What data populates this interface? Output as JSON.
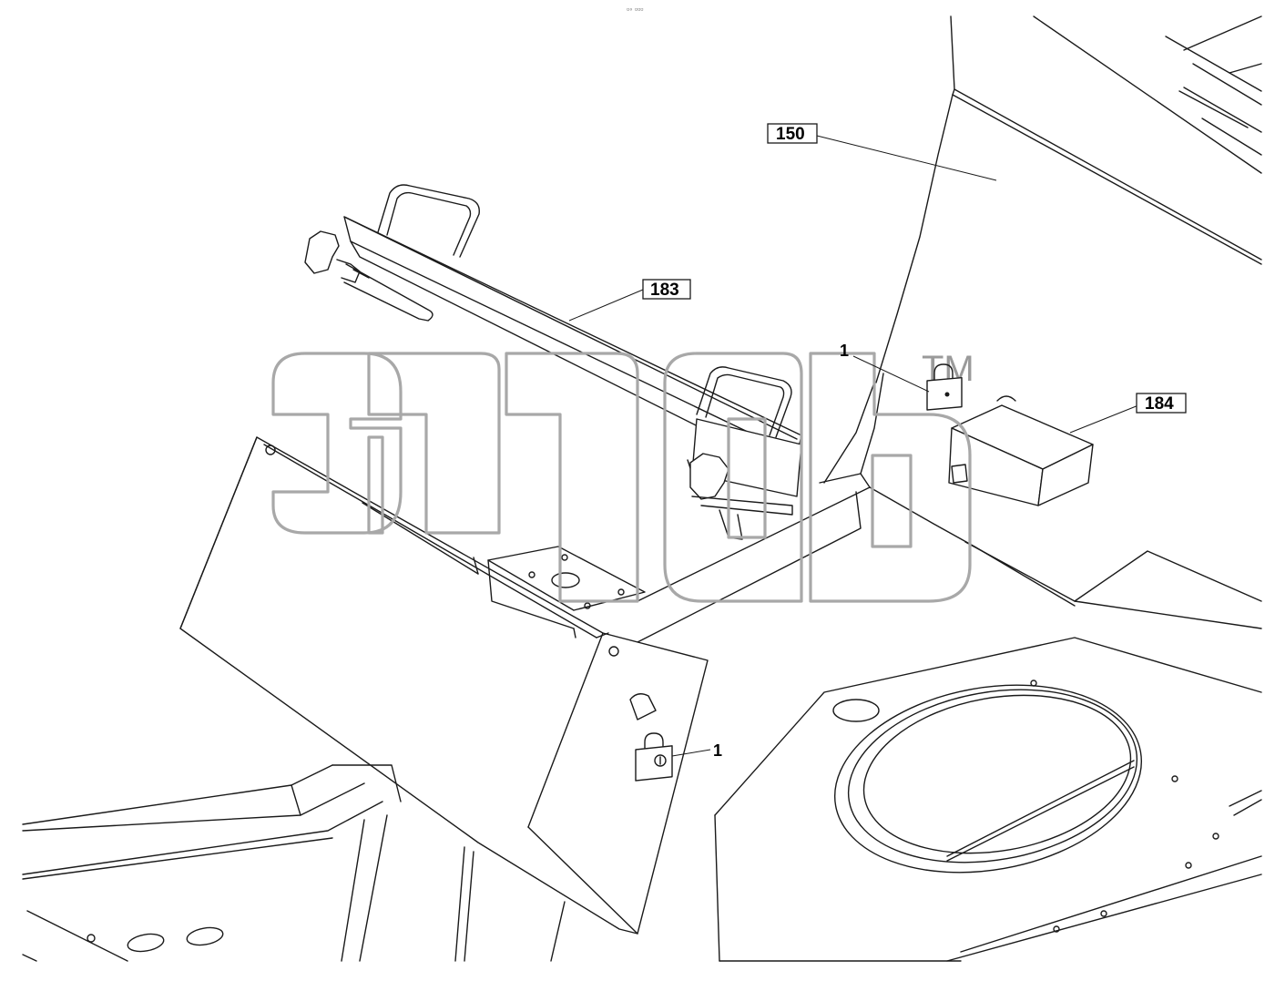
{
  "header": {
    "tiny_mark": "▫◦ ▫▫▫"
  },
  "labels": {
    "part_150": "150",
    "part_183": "183",
    "part_184": "184",
    "lock_callout_top": "1",
    "lock_callout_bottom": "1"
  },
  "watermark": {
    "tm": "TM"
  },
  "icons": {
    "lock_top": "padlock-icon",
    "lock_bottom": "padlock-icon"
  },
  "colors": {
    "line": "#1a1a1a",
    "watermark": "#a8a8a8",
    "background": "#ffffff"
  }
}
